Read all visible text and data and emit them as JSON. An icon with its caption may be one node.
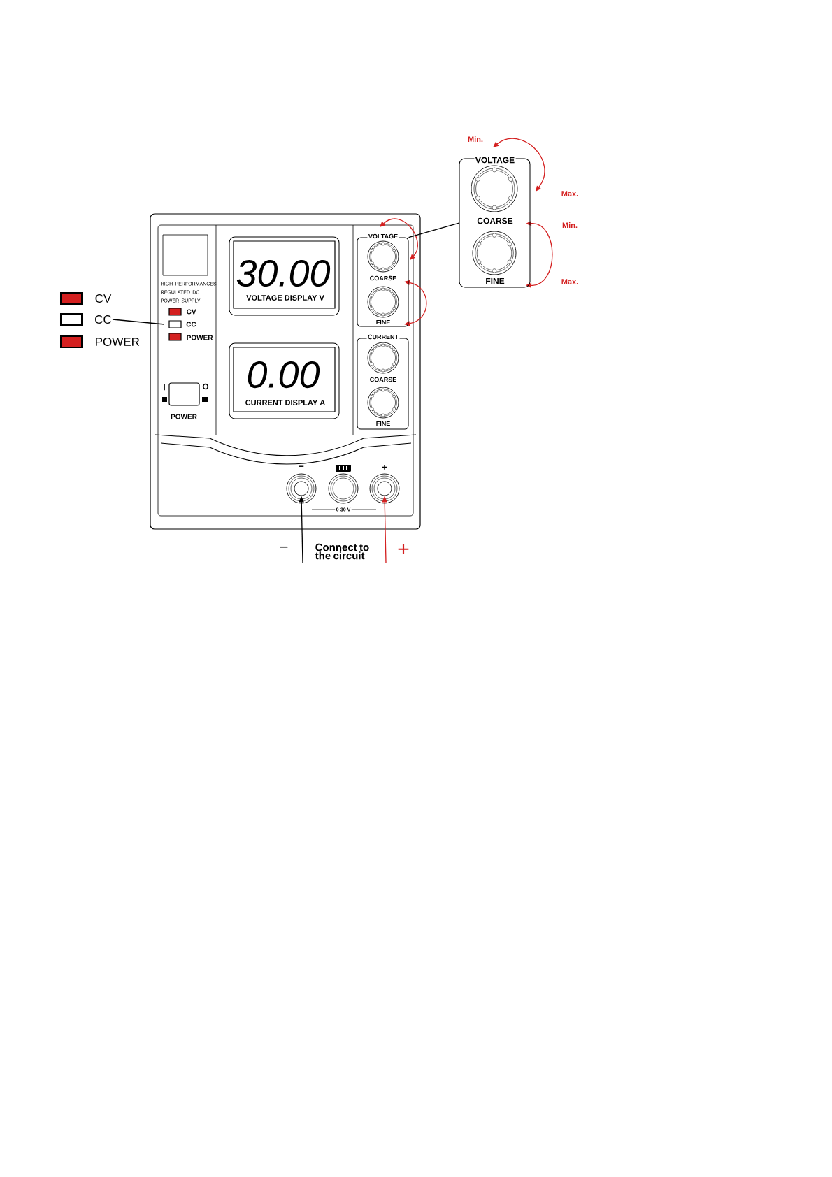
{
  "diagram": {
    "nodes": [
      {
        "text": [
          "CC"
        ]
      },
      {
        "text": [
          "CC"
        ]
      },
      {
        "text": [
          "VOLTAGE",
          "COARSE",
          "FINE"
        ]
      },
      {
        "text": [
          "VOLTAGE",
          "COARSE",
          "FINE"
        ]
      },
      {
        "text": [],
        "shape": "circle"
      },
      {
        "text": [],
        "shape": "circle"
      }
    ],
    "edges": [
      {
        "from": 0,
        "to": 1,
        "arrow": "none"
      },
      {
        "from": 2,
        "to": 3,
        "arrow": "none"
      },
      {
        "from": null,
        "to": 4,
        "arrow": "to"
      },
      {
        "from": null,
        "to": 5,
        "arrow": "to",
        "color": "#d42020"
      }
    ],
    "labels": [
      "Min.",
      "Max.",
      "Min.",
      "Max.",
      "CV",
      "POWER",
      "HIGH PERFORMANCES REGULATED DC POWER SUPPLY",
      "CV",
      "POWER",
      "I",
      "O",
      "POWER",
      "30.00",
      "VOLTAGE DISPLAY V",
      "0.00",
      "CURRENT DISPLAY A",
      "CURRENT",
      "COARSE",
      "FINE",
      "−",
      "+",
      "0-30 V",
      "−",
      "Connect to the circuit",
      "+"
    ]
  }
}
